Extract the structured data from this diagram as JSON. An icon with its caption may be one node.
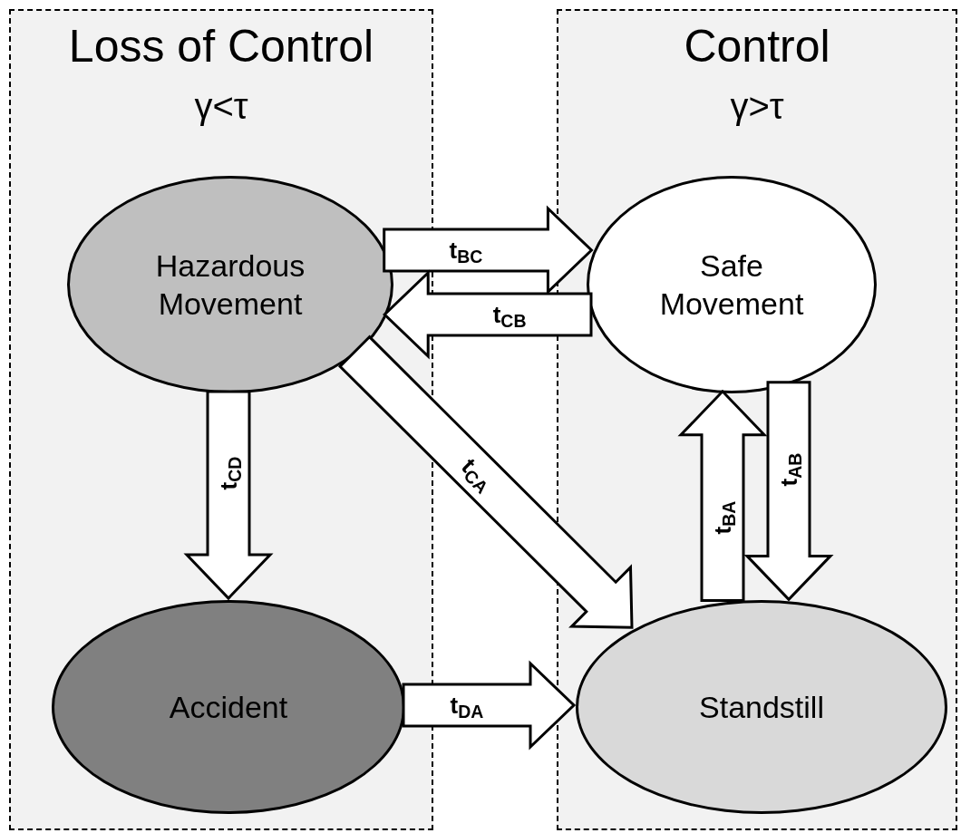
{
  "diagram": {
    "nodes": [
      {
        "text": [
          "Loss of Control",
          "γ<τ"
        ]
      },
      {
        "text": [
          "Control",
          "γ>τ"
        ]
      },
      {
        "text": [
          "Hazardous Movement"
        ],
        "in": 0
      },
      {
        "text": [
          "Safe Movement"
        ],
        "in": 1
      },
      {
        "text": [
          "Accident"
        ],
        "in": 0
      },
      {
        "text": [
          "Standstill"
        ],
        "in": 1
      }
    ],
    "edges": [
      {
        "from": 2,
        "to": 3,
        "arrow": "to",
        "label": "t$_{BC}$"
      },
      {
        "from": 3,
        "to": 2,
        "arrow": "to",
        "label": "t$_{CB}$"
      },
      {
        "from": 2,
        "to": 5,
        "arrow": "to",
        "label": "t$_{CA}$"
      },
      {
        "from": 2,
        "to": 4,
        "arrow": "to",
        "label": "t$_{CD}$"
      },
      {
        "from": 4,
        "to": 5,
        "arrow": "to",
        "label": "t$_{DA}$"
      },
      {
        "from": 5,
        "to": 3,
        "arrow": "to",
        "label": "t$_{BA}$"
      },
      {
        "from": 3,
        "to": 5,
        "arrow": "to",
        "label": "t$_{AB}$"
      }
    ]
  }
}
